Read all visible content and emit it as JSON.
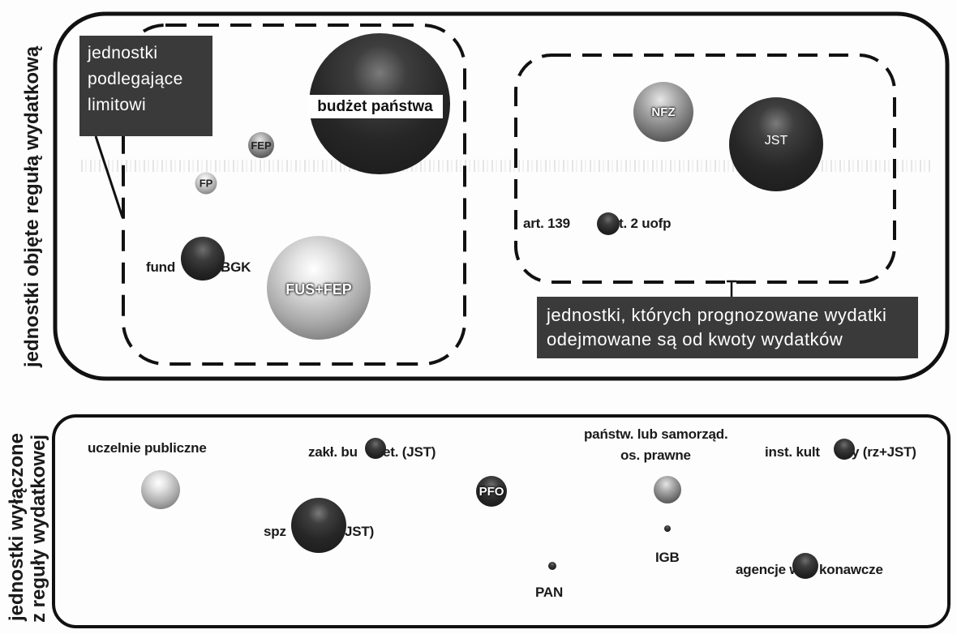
{
  "axis_labels": {
    "included": "jednostki objęte regułą wydatkową",
    "excluded_line1": "jednostki wyłączone",
    "excluded_line2": "z reguły wydatkowej"
  },
  "included": {
    "limit_callout": [
      "jednostki",
      "podlegające",
      "limitowi"
    ],
    "budzet_panstwa": "budżet państwa",
    "fep": "FEP",
    "fp": "FP",
    "fundusze_bgk": {
      "left": "fund",
      "right": "BGK"
    },
    "fus_fep": "FUS+FEP",
    "nfz": "NFZ",
    "jst": "JST",
    "art139": {
      "left": "art. 139",
      "right": "t. 2 uofp"
    },
    "deducted_callout": [
      "jednostki, których prognozowane wydatki",
      "odejmowane są od kwoty wydatków"
    ]
  },
  "excluded": {
    "uczelnie": "uczelnie publiczne",
    "zakl_budzet": {
      "left": "zakł. bu",
      "right": "et. (JST)"
    },
    "pfo": "PFO",
    "osoby_prawne": [
      "państw. lub samorząd.",
      "os. prawne"
    ],
    "inst_kultury": {
      "left": "inst. kult",
      "right": "y (rz+JST)"
    },
    "spzoz": {
      "left": "spz",
      "right": "JST)"
    },
    "igb": "IGB",
    "pan": "PAN",
    "agencje": {
      "left": "agencje w",
      "right": "konawcze"
    }
  },
  "colors": {
    "frame": "#111111",
    "callout_bg": "#3a3a3a",
    "callout_text": "#ffffff",
    "label_box_bg": "#ffffff"
  }
}
